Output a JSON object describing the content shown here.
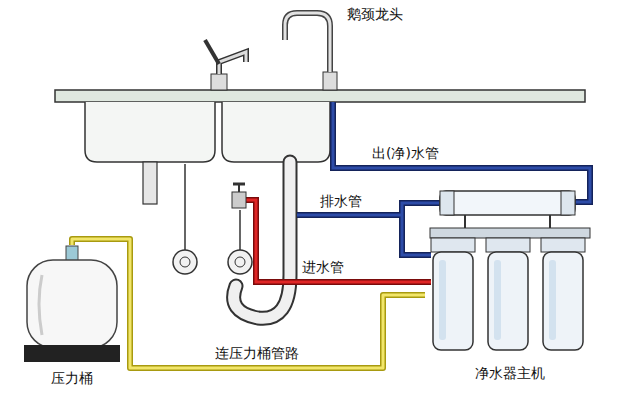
{
  "diagram": {
    "nodes": [
      {
        "text": [
          "压力桶"
        ]
      },
      {
        "text": [
          "净水器主机"
        ]
      }
    ],
    "edges": [
      {
        "from": 0,
        "to": 1,
        "arrow": "none",
        "label": "连压力桶管路"
      }
    ],
    "labels": [
      "鹅颈龙头",
      "出(净)水管",
      "排水管",
      "进水管"
    ]
  }
}
